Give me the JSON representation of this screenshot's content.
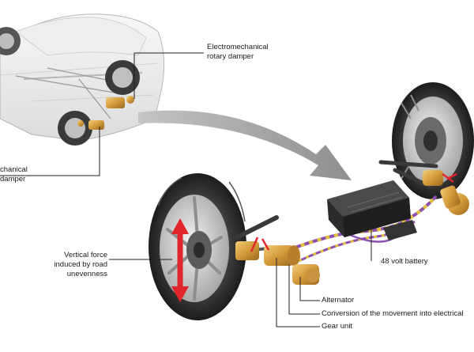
{
  "labels": {
    "rotary_damper_top": [
      "Electromechanical",
      "rotary damper"
    ],
    "rotary_damper_left": [
      "chanical",
      "damper"
    ],
    "vertical_force": [
      "Vertical force",
      "induced by road",
      "unevenness"
    ],
    "battery": "48 volt battery",
    "alternator": "Alternator",
    "conversion": "Conversion of the movement into electrical",
    "gear_unit": "Gear unit"
  },
  "colors": {
    "arrow_grey": "#9d9d9d",
    "force_arrow": "#e0262a",
    "damper_gold": "#d49a3a",
    "cable_purple": "#8a4fb0",
    "cable_yellow": "#e3c23a",
    "battery_dark": "#2b2b2b",
    "leader_line": "#222222"
  },
  "icons": [
    "car-body",
    "rear-wheel",
    "front-wheel",
    "battery-unit",
    "rotary-damper",
    "force-arrow",
    "transfer-arrow"
  ]
}
